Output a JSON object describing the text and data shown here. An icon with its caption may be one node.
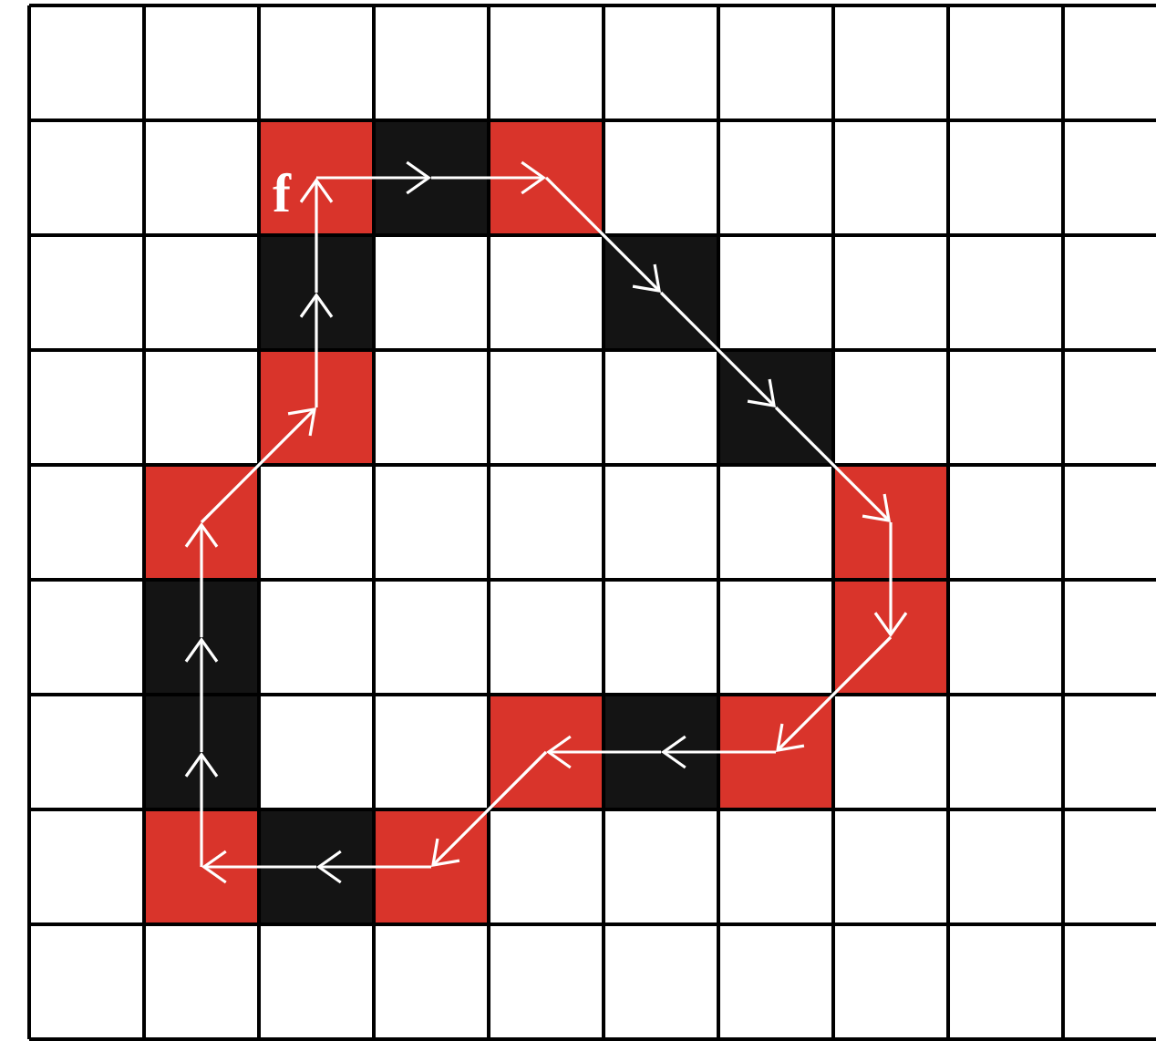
{
  "diagram": {
    "nodes": [
      {
        "text": [
          "f"
        ]
      },
      {
        "text": [],
        "shape": "box"
      },
      {
        "text": [],
        "shape": "box"
      },
      {
        "text": [],
        "shape": "box"
      },
      {
        "text": [],
        "shape": "box"
      },
      {
        "text": [],
        "shape": "box"
      },
      {
        "text": [],
        "shape": "box"
      },
      {
        "text": [],
        "shape": "box"
      },
      {
        "text": [],
        "shape": "box"
      },
      {
        "text": [],
        "shape": "box"
      },
      {
        "text": [],
        "shape": "box"
      },
      {
        "text": [],
        "shape": "box"
      },
      {
        "text": [],
        "shape": "box"
      },
      {
        "text": [],
        "shape": "box"
      },
      {
        "text": [],
        "shape": "box"
      },
      {
        "text": [],
        "shape": "box"
      },
      {
        "text": [],
        "shape": "box"
      },
      {
        "text": [],
        "shape": "box"
      }
    ],
    "edges": [
      {
        "from": 0,
        "to": 1,
        "arrow": "to"
      },
      {
        "from": 1,
        "to": 2,
        "arrow": "to"
      },
      {
        "from": 2,
        "to": 3,
        "arrow": "to"
      },
      {
        "from": 3,
        "to": 4,
        "arrow": "to"
      },
      {
        "from": 4,
        "to": 5,
        "arrow": "to"
      },
      {
        "from": 5,
        "to": 6,
        "arrow": "to"
      },
      {
        "from": 6,
        "to": 7,
        "arrow": "to"
      },
      {
        "from": 7,
        "to": 8,
        "arrow": "to"
      },
      {
        "from": 8,
        "to": 9,
        "arrow": "to"
      },
      {
        "from": 9,
        "to": 10,
        "arrow": "to"
      },
      {
        "from": 10,
        "to": 11,
        "arrow": "to"
      },
      {
        "from": 11,
        "to": 12,
        "arrow": "to"
      },
      {
        "from": 12,
        "to": 13,
        "arrow": "to"
      },
      {
        "from": 13,
        "to": 14,
        "arrow": "to"
      },
      {
        "from": 14,
        "to": 15,
        "arrow": "to"
      },
      {
        "from": 15,
        "to": 16,
        "arrow": "to"
      },
      {
        "from": 16,
        "to": 17,
        "arrow": "to"
      },
      {
        "from": 17,
        "to": 0,
        "arrow": "to"
      }
    ]
  }
}
